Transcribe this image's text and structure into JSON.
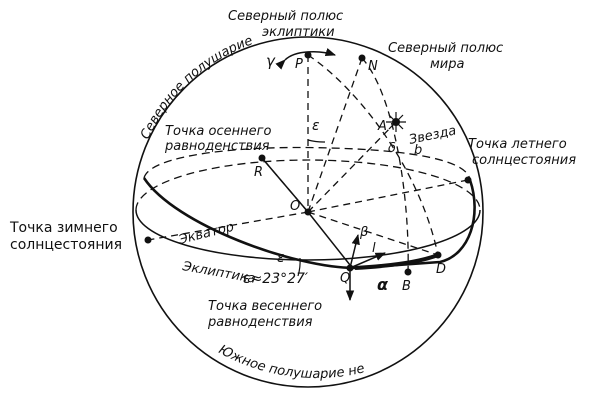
{
  "labels": {
    "north_ecliptic_pole": [
      "Северный полюс",
      "эклиптики"
    ],
    "north_celestial_pole": [
      "Северный полюс",
      "мира"
    ],
    "north_hemisphere": "Северное полушарие неба",
    "south_hemisphere": "Южное полушарие неба",
    "autumn_equinox": [
      "Точка осеннего",
      "равноденствия"
    ],
    "summer_solstice": [
      "Точка летнего",
      "солнцестояния"
    ],
    "winter_solstice": [
      "Точка зимнего",
      "солнцестояния"
    ],
    "spring_equinox": [
      "Точка весеннего",
      "равноденствия"
    ],
    "equator": "Экватор",
    "ecliptic": "Эклиптика",
    "star": "Звезда",
    "obliquity": "ε≈23°27′"
  },
  "points": {
    "P": "P",
    "N": "N",
    "A": "A",
    "R": "R",
    "O": "O",
    "Q": "Q",
    "D": "D",
    "B": "B",
    "gamma": "γ"
  },
  "angles": {
    "epsilon_top": "ε",
    "epsilon_bottom": "ε",
    "alpha": "α",
    "beta": "β",
    "lambda": "l",
    "delta": "δ",
    "b": "b"
  },
  "colors": {
    "ink": "#111111",
    "background": "#ffffff"
  }
}
